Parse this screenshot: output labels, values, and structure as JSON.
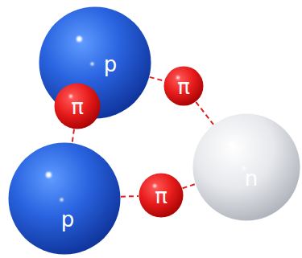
{
  "diagram": {
    "nodes": [
      {
        "text": [
          "p"
        ]
      },
      {
        "text": [
          "π"
        ]
      },
      {
        "text": [
          "π"
        ]
      },
      {
        "text": [
          "n"
        ]
      },
      {
        "text": [
          "p"
        ]
      },
      {
        "text": [
          "π"
        ]
      }
    ],
    "edges": [
      {
        "from": 0,
        "to": 1,
        "arrow": "none"
      },
      {
        "from": 1,
        "to": 3,
        "arrow": "none"
      },
      {
        "from": 0,
        "to": 2,
        "arrow": "none"
      },
      {
        "from": 2,
        "to": 4,
        "arrow": "none"
      },
      {
        "from": 4,
        "to": 5,
        "arrow": "none"
      },
      {
        "from": 5,
        "to": 3,
        "arrow": "none"
      }
    ]
  }
}
